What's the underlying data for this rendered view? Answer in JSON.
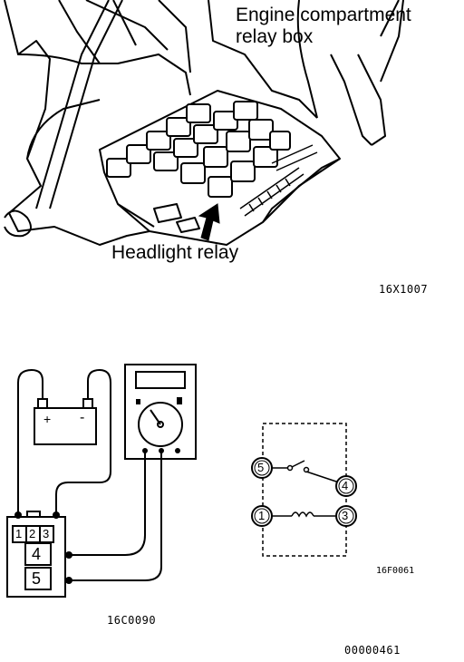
{
  "top_figure": {
    "label_relay_box_line1": "Engine compartment",
    "label_relay_box_line2": "relay box",
    "label_headlight_relay": "Headlight relay",
    "code": "16X1007"
  },
  "test_figure": {
    "battery_plus": "+",
    "battery_minus": "-",
    "relay_terminals": [
      "1",
      "2",
      "3",
      "4",
      "5"
    ],
    "code": "16C0090"
  },
  "schematic": {
    "terminals": [
      "5",
      "4",
      "1",
      "3"
    ],
    "code": "16F0061"
  },
  "page_code": "00000461"
}
